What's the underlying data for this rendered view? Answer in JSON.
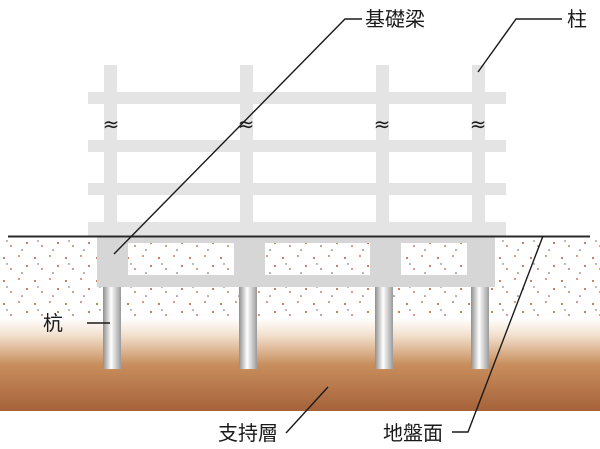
{
  "labels": {
    "foundation_beam": "基礎梁",
    "column": "柱",
    "pile": "杭",
    "bearing_layer": "支持層",
    "ground_level": "地盤面"
  },
  "break_mark": "≈",
  "colors": {
    "frame": "#e4e4e4",
    "beam": "#d8d8d8",
    "ground_line": "#2a2a2a",
    "soil_dots": "#c0562e",
    "bearing_top": "#f8eee2",
    "bearing_mid": "#c9905e",
    "bearing_bottom": "#a8643a",
    "leader": "#1a1a1a"
  }
}
